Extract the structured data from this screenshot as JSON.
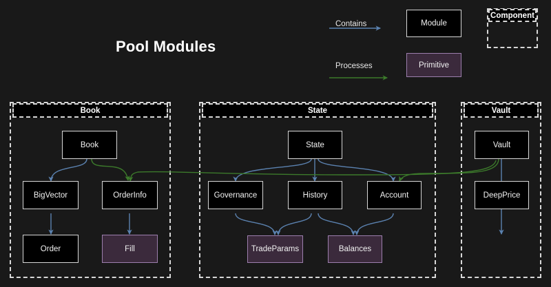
{
  "page": {
    "title": "Pool Modules",
    "background": "#191919"
  },
  "colors": {
    "contains_arrow": "#5b82b0",
    "processes_arrow": "#3c7a2b",
    "module_fill": "#000000",
    "module_border": "#d8d8d8",
    "primitive_fill": "#3b2a3c",
    "primitive_border": "#9d7fae",
    "text": "#f2f2f2"
  },
  "legend": {
    "contains_label": "Contains",
    "processes_label": "Processes",
    "module_label": "Module",
    "primitive_label": "Primitive",
    "component_label": "Component"
  },
  "containers": [
    {
      "id": "book",
      "label": "Book"
    },
    {
      "id": "state",
      "label": "State"
    },
    {
      "id": "vault",
      "label": "Vault"
    }
  ],
  "nodes": [
    {
      "id": "book",
      "label": "Book",
      "type": "module",
      "container": "book"
    },
    {
      "id": "bigvector",
      "label": "BigVector",
      "type": "module",
      "container": "book"
    },
    {
      "id": "orderinfo",
      "label": "OrderInfo",
      "type": "module",
      "container": "book"
    },
    {
      "id": "order",
      "label": "Order",
      "type": "module",
      "container": "book"
    },
    {
      "id": "fill",
      "label": "Fill",
      "type": "primitive",
      "container": "book"
    },
    {
      "id": "state",
      "label": "State",
      "type": "module",
      "container": "state"
    },
    {
      "id": "governance",
      "label": "Governance",
      "type": "module",
      "container": "state"
    },
    {
      "id": "history",
      "label": "History",
      "type": "module",
      "container": "state"
    },
    {
      "id": "account",
      "label": "Account",
      "type": "module",
      "container": "state"
    },
    {
      "id": "tradeparams",
      "label": "TradeParams",
      "type": "primitive",
      "container": "state"
    },
    {
      "id": "balances",
      "label": "Balances",
      "type": "primitive",
      "container": "state"
    },
    {
      "id": "vault",
      "label": "Vault",
      "type": "module",
      "container": "vault"
    },
    {
      "id": "deepprice",
      "label": "DeepPrice",
      "type": "module",
      "container": "vault"
    }
  ],
  "edges": [
    {
      "from": "book",
      "to": "bigvector",
      "kind": "contains"
    },
    {
      "from": "book",
      "to": "orderinfo",
      "kind": "processes"
    },
    {
      "from": "bigvector",
      "to": "order",
      "kind": "contains"
    },
    {
      "from": "orderinfo",
      "to": "fill",
      "kind": "contains"
    },
    {
      "from": "state",
      "to": "governance",
      "kind": "contains"
    },
    {
      "from": "state",
      "to": "history",
      "kind": "contains"
    },
    {
      "from": "state",
      "to": "account",
      "kind": "contains"
    },
    {
      "from": "governance",
      "to": "tradeparams",
      "kind": "contains"
    },
    {
      "from": "history",
      "to": "tradeparams",
      "kind": "contains"
    },
    {
      "from": "history",
      "to": "balances",
      "kind": "contains"
    },
    {
      "from": "account",
      "to": "balances",
      "kind": "contains"
    },
    {
      "from": "vault",
      "to": "deepprice",
      "kind": "contains"
    },
    {
      "from": "vault",
      "to": "account",
      "kind": "processes"
    },
    {
      "from": "vault",
      "to": "orderinfo",
      "kind": "processes"
    }
  ]
}
